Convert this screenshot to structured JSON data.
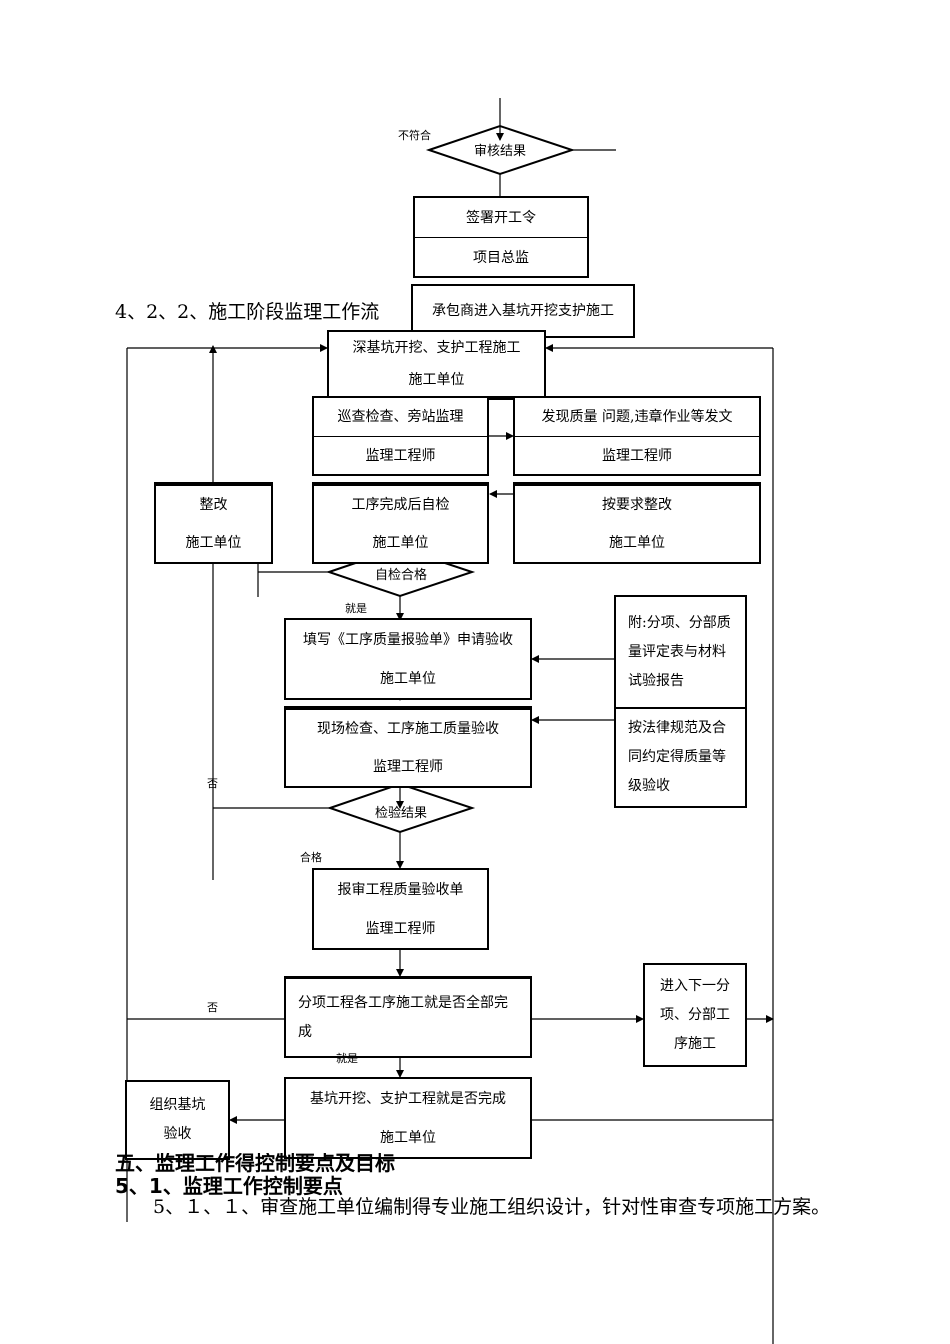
{
  "flow": {
    "label_not_conform": "不符合",
    "decision_review": "审核结果",
    "sign_order": {
      "title": "签署开工令",
      "actor": "项目总监"
    },
    "contractor_enter": "承包商进入基坑开挖支护施工",
    "deep_pit": {
      "title": "深基坑开挖、支护工程施工",
      "actor": "施工单位"
    },
    "patrol": {
      "title": "巡查检查、旁站监理",
      "actor": "监理工程师"
    },
    "issue": {
      "title": "发现质量 问题,违章作业等发文",
      "actor": "监理工程师"
    },
    "rectify": {
      "title": "整改",
      "actor": "施工单位"
    },
    "self_check": {
      "title": "工序完成后自检",
      "actor": "施工单位"
    },
    "rectify_req": {
      "title": "按要求整改",
      "actor": "施工单位"
    },
    "decision_self": "自检合格",
    "label_yes_1": "就是",
    "fill_form": {
      "title": "填写《工序质量报验单》申请验收",
      "actor": "施工单位"
    },
    "attach": [
      "附:分项、分部质",
      "量评定表与材料",
      "试验报告"
    ],
    "site_check": {
      "title": "现场检查、工序施工质量验收",
      "actor": "监理工程师"
    },
    "by_law": [
      "按法律规范及合",
      "同约定得质量等",
      "级验收"
    ],
    "label_no_1": "否",
    "decision_inspect": "检验结果",
    "label_pass": "合格",
    "report": {
      "title": "报审工程质量验收单",
      "actor": "监理工程师"
    },
    "label_no_2": "否",
    "subitem": [
      "分项工程各工序施工就是否全部完",
      "成"
    ],
    "next": [
      "进入下一分",
      "项、分部工",
      "序施工"
    ],
    "label_yes_2": "就是",
    "organize": [
      "组织基坑",
      "验收"
    ],
    "pit_done": {
      "title": "基坑开挖、支护工程就是否完成",
      "actor": "施工单位"
    }
  },
  "text": {
    "heading_422": "4、2、2、施工阶段监理工作流",
    "heading_5": "五、监理工作得控制要点及目标",
    "heading_51": "5、1、监理工作控制要点",
    "para_511": "　　5、１、１、审查施工单位编制得专业施工组织设计，针对性审查专项施工方案。"
  }
}
